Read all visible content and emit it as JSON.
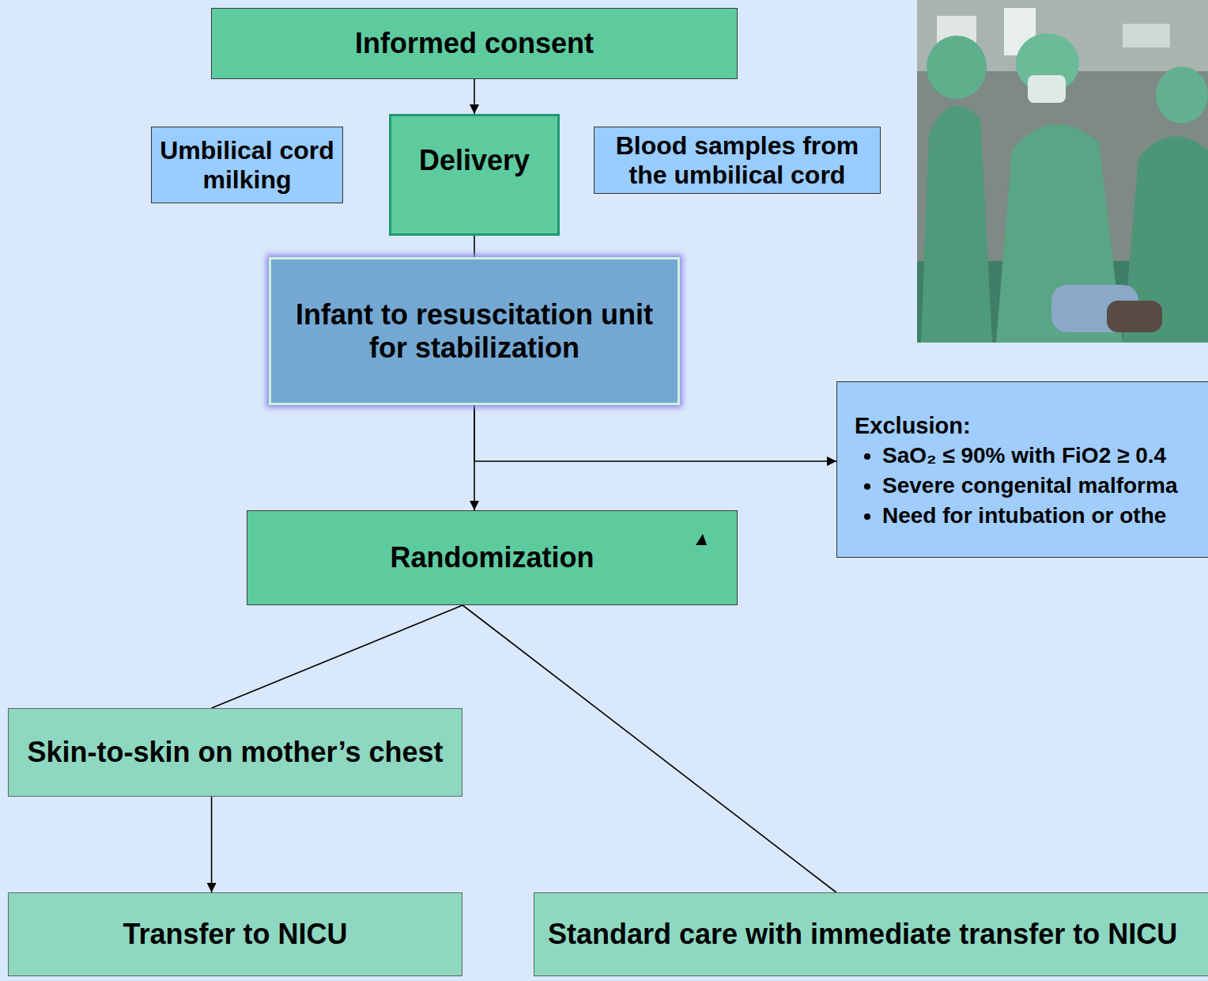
{
  "diagram": {
    "nodes": [
      {
        "text": [
          "Informed consent"
        ]
      },
      {
        "text": [
          "Umbilical cord milking"
        ]
      },
      {
        "text": [
          "Delivery"
        ]
      },
      {
        "text": [
          "Blood samples from the umbilical cord"
        ]
      },
      {
        "text": [
          "Infant to resuscitation unit for stabilization"
        ]
      },
      {
        "text": [
          "Exclusion:",
          "SaO₂ ≤ 90% with FiO2 ≥ 0.4",
          "Severe congenital malforma",
          "Need for intubation or othe"
        ]
      },
      {
        "text": [
          "Randomization"
        ]
      },
      {
        "text": [
          "Skin-to-skin on mother’s chest"
        ]
      },
      {
        "text": [
          "Transfer to NICU"
        ]
      },
      {
        "text": [
          "Standard care with immediate transfer to NICU"
        ]
      }
    ],
    "edges": [
      {
        "from": 0,
        "to": 2,
        "arrow": "to"
      },
      {
        "from": 2,
        "to": 4,
        "arrow": "none"
      },
      {
        "from": 4,
        "to": 6,
        "arrow": "to"
      },
      {
        "from": 4,
        "to": 5,
        "arrow": "to"
      },
      {
        "from": 6,
        "to": 7,
        "arrow": "none"
      },
      {
        "from": 6,
        "to": 9,
        "arrow": "none"
      },
      {
        "from": 7,
        "to": 8,
        "arrow": "to"
      }
    ]
  }
}
